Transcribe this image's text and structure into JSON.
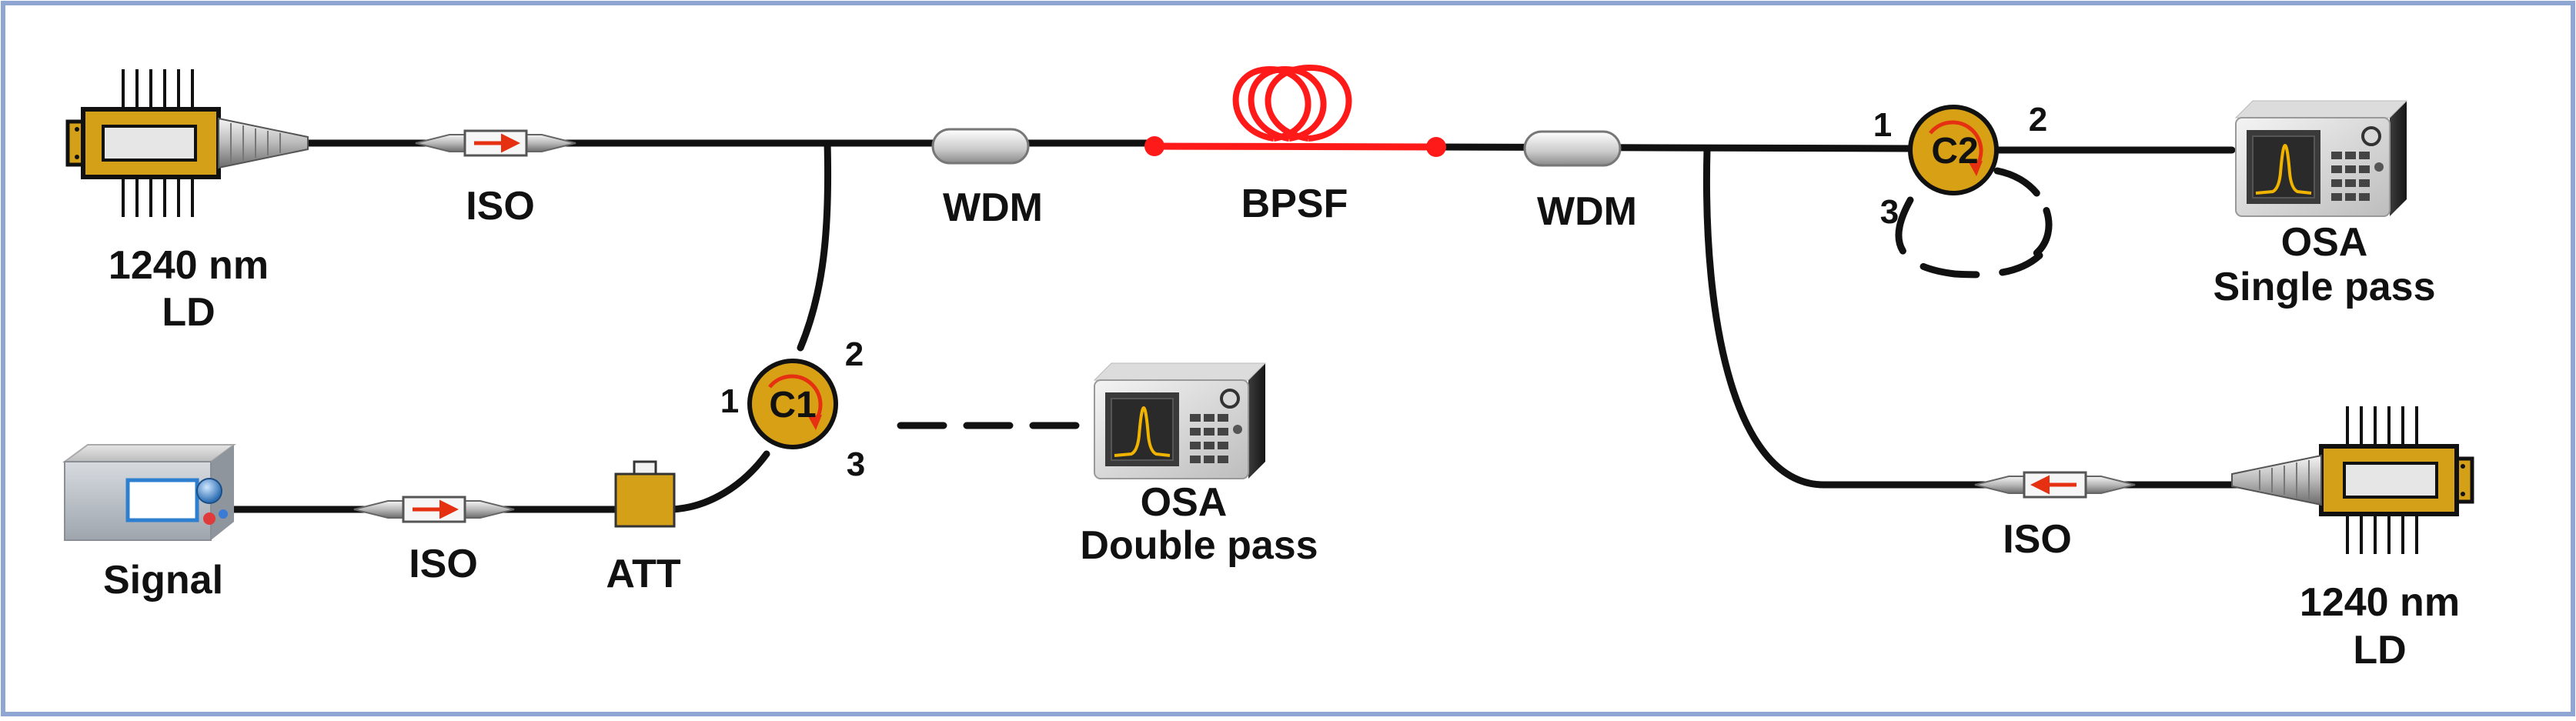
{
  "colors": {
    "frame": "#8fa6d3",
    "fiber": "#111111",
    "bpsf_fiber": "#ff1a1a",
    "gold": "#d4a017",
    "circulator": "#d8a014",
    "arrow": "#e53012"
  },
  "labels": {
    "ld_top": [
      "1240 nm",
      "LD"
    ],
    "iso_top": "ISO",
    "wdm_left": "WDM",
    "bpsf": "BPSF",
    "wdm_right": "WDM",
    "osa_single": [
      "OSA",
      "Single pass"
    ],
    "signal": "Signal",
    "iso_bottom_left": "ISO",
    "att": "ATT",
    "osa_double": [
      "OSA",
      "Double pass"
    ],
    "iso_bottom_right": "ISO",
    "ld_bottom": [
      "1240 nm",
      "LD"
    ]
  },
  "circulators": {
    "c1": {
      "name": "C1",
      "ports": [
        "1",
        "2",
        "3"
      ]
    },
    "c2": {
      "name": "C2",
      "ports": [
        "1",
        "2",
        "3"
      ]
    }
  },
  "icons": {
    "laser_diode": "butterfly-laser-icon",
    "isolator": "isolator-icon",
    "wdm": "wdm-coupler-icon",
    "fiber_spool": "fiber-spool-icon",
    "osa": "spectrum-analyzer-icon",
    "signal_source": "signal-source-icon",
    "attenuator": "attenuator-icon",
    "circulator": "circulator-icon"
  }
}
